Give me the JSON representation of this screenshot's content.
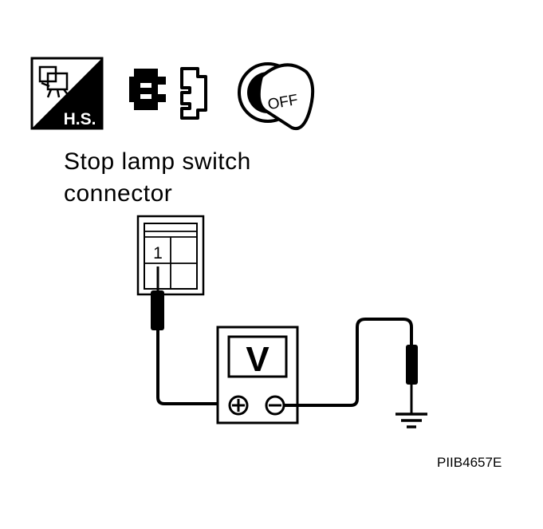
{
  "icons": {
    "harness_sign": "H.S.",
    "key_state": "OFF",
    "list": [
      "harness-service-icon",
      "connector-disconnected-icon",
      "ignition-key-off-icon"
    ]
  },
  "caption": {
    "line1": "Stop lamp switch",
    "line2": "connector"
  },
  "connector": {
    "terminal_label": "1"
  },
  "meter": {
    "display": "V",
    "positive_symbol": "+",
    "negative_symbol": "−"
  },
  "ground": {
    "symbol": "ground-icon"
  },
  "figure_id": "PIIB4657E"
}
